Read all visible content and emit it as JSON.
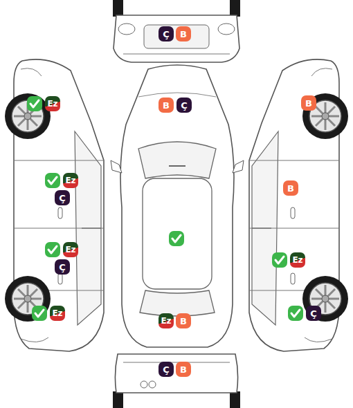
{
  "diagram": {
    "nodes": [
      {
        "text": [
          "Ç"
        ]
      },
      {
        "text": [
          "B"
        ]
      },
      {
        "text": [
          "Ez"
        ]
      },
      {
        "text": [
          "B"
        ]
      },
      {
        "text": [
          "B"
        ]
      },
      {
        "text": [
          "Ç"
        ]
      },
      {
        "text": [
          "Ez"
        ]
      },
      {
        "text": [
          "B"
        ]
      },
      {
        "text": [
          "Ç"
        ]
      },
      {
        "text": [
          "Ez"
        ]
      },
      {
        "text": [
          "Ez"
        ]
      },
      {
        "text": [
          "Ç"
        ]
      },
      {
        "text": [
          "Ez"
        ]
      },
      {
        "text": [
          "Ç"
        ]
      },
      {
        "text": [
          "Ez"
        ]
      },
      {
        "text": [
          "B"
        ]
      },
      {
        "text": [
          "Ç"
        ]
      },
      {
        "text": [
          "B"
        ]
      }
    ]
  }
}
